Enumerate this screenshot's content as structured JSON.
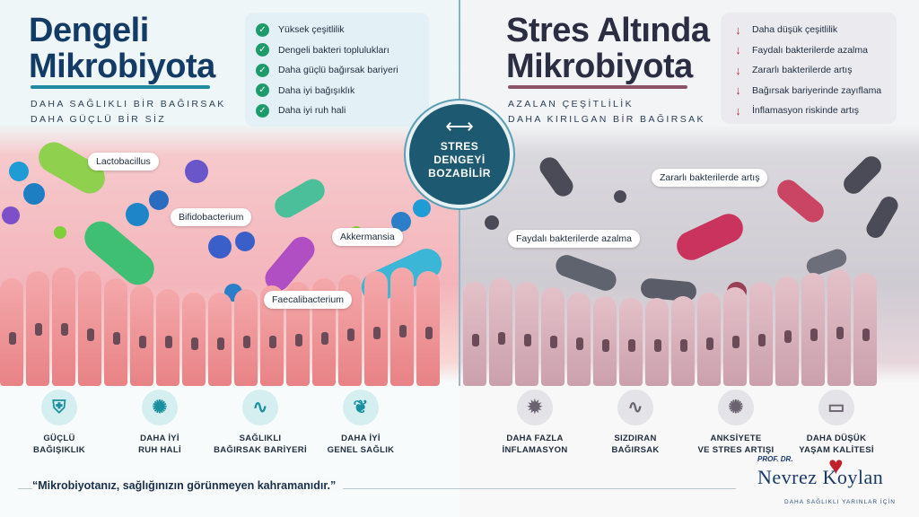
{
  "left": {
    "title_line1": "Dengeli",
    "title_line2": "Mikrobiyota",
    "tagline_line1": "DAHA SAĞLIKLI BİR BAĞIRSAK",
    "tagline_line2": "DAHA GÜÇLÜ BİR SİZ",
    "benefits": [
      "Yüksek çeşitlilik",
      "Dengeli bakteri toplulukları",
      "Daha güçlü bağırsak bariyeri",
      "Daha iyi bağışıklık",
      "Daha iyi ruh hali"
    ],
    "labels": {
      "lactobacillus": "Lactobacillus",
      "bifidobacterium": "Bifidobacterium",
      "akkermansia": "Akkermansia",
      "faecalibacterium": "Faecalibacterium"
    },
    "icons": [
      {
        "line1": "GÜÇLÜ",
        "line2": "BAĞIŞIKLIK",
        "icon": "shield-plus-icon",
        "glyph": "⛨"
      },
      {
        "line1": "DAHA İYİ",
        "line2": "RUH HALİ",
        "icon": "brain-icon",
        "glyph": "✺"
      },
      {
        "line1": "SAĞLIKLI",
        "line2": "BAĞIRSAK BARİYERİ",
        "icon": "intestine-icon",
        "glyph": "∿"
      },
      {
        "line1": "DAHA İYİ",
        "line2": "GENEL SAĞLIK",
        "icon": "leaf-icon",
        "glyph": "❦"
      }
    ]
  },
  "right": {
    "title_line1": "Stres Altında",
    "title_line2": "Mikrobiyota",
    "tagline_line1": "AZALAN ÇEŞİTLİLİK",
    "tagline_line2": "DAHA KIRILGAN BİR BAĞIRSAK",
    "effects": [
      "Daha düşük çeşitlilik",
      "Faydalı bakterilerde azalma",
      "Zararlı bakterilerde artış",
      "Bağırsak bariyerinde zayıflama",
      "İnflamasyon riskinde artış"
    ],
    "labels": {
      "harmful": "Zararlı bakterilerde artış",
      "beneficial": "Faydalı bakterilerde azalma"
    },
    "icons": [
      {
        "line1": "DAHA FAZLA",
        "line2": "İNFLAMASYON",
        "icon": "virus-icon",
        "glyph": "✹"
      },
      {
        "line1": "SIZDIRAN",
        "line2": "BAĞIRSAK",
        "icon": "intestine-icon",
        "glyph": "∿"
      },
      {
        "line1": "ANKSİYETE",
        "line2": "VE STRES ARTIŞI",
        "icon": "brain-icon",
        "glyph": "✺"
      },
      {
        "line1": "DAHA DÜŞÜK",
        "line2": "YAŞAM KALİTESİ",
        "icon": "low-battery-icon",
        "glyph": "▭"
      }
    ]
  },
  "badge": {
    "line1": "STRES",
    "line2": "DENGEYİ",
    "line3": "BOZABİLİR",
    "icon": "double-arrow-icon",
    "glyph": "⟷"
  },
  "quote": "“Mikrobiyotanız, sağlığınızın görünmeyen kahramanıdır.”",
  "logo": {
    "prefix": "PROF. DR.",
    "name": "Nevrez Koylan",
    "slogan": "DAHA SAĞLIKLI YARINLAR İÇİN"
  },
  "colors": {
    "left_title": "#143a66",
    "right_title": "#2b2d42",
    "check": "#1e9b6a",
    "arrow": "#c0303a",
    "badge": "#1d5a72"
  }
}
